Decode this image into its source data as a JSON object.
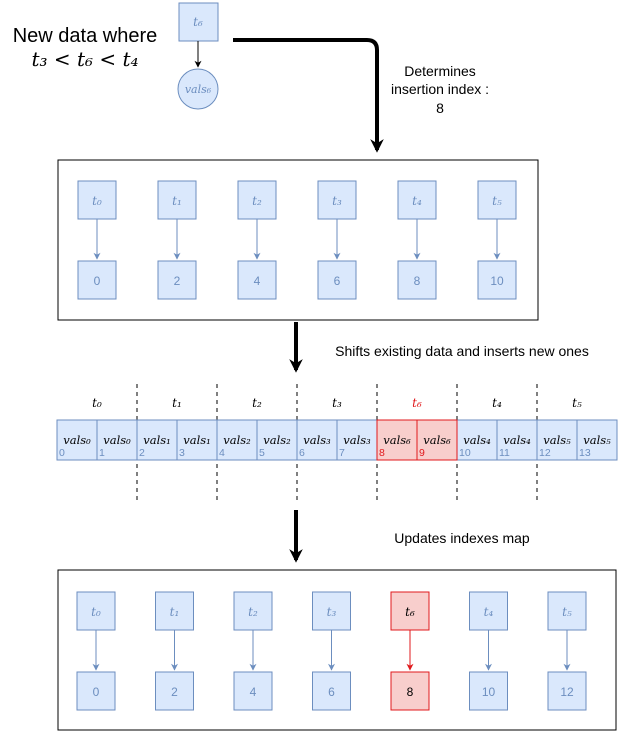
{
  "header": {
    "title": "New data where",
    "condition": "t₃ < t₆ < t₄"
  },
  "new_node": {
    "key": "t₆",
    "value": "vals₆"
  },
  "step_labels": {
    "determine_line1": "Determines",
    "determine_line2": "insertion index :",
    "determine_index": "8",
    "shift": "Shifts existing data and inserts new ones",
    "update": "Updates indexes map"
  },
  "map_before": {
    "keys": [
      "t₀",
      "t₁",
      "t₂",
      "t₃",
      "t₄",
      "t₅"
    ],
    "values": [
      "0",
      "2",
      "4",
      "6",
      "8",
      "10"
    ]
  },
  "array": {
    "group_keys": [
      "t₀",
      "t₁",
      "t₂",
      "t₃",
      "t₆",
      "t₄",
      "t₅"
    ],
    "highlighted_group": 4,
    "cells": [
      {
        "label": "vals₀",
        "index": "0"
      },
      {
        "label": "vals₀",
        "index": "1"
      },
      {
        "label": "vals₁",
        "index": "2"
      },
      {
        "label": "vals₁",
        "index": "3"
      },
      {
        "label": "vals₂",
        "index": "4"
      },
      {
        "label": "vals₂",
        "index": "5"
      },
      {
        "label": "vals₃",
        "index": "6"
      },
      {
        "label": "vals₃",
        "index": "7"
      },
      {
        "label": "vals₆",
        "index": "8"
      },
      {
        "label": "vals₆",
        "index": "9"
      },
      {
        "label": "vals₄",
        "index": "10"
      },
      {
        "label": "vals₄",
        "index": "11"
      },
      {
        "label": "vals₅",
        "index": "12"
      },
      {
        "label": "vals₅",
        "index": "13"
      }
    ]
  },
  "map_after": {
    "keys": [
      "t₀",
      "t₁",
      "t₂",
      "t₃",
      "t₆",
      "t₄",
      "t₅"
    ],
    "values": [
      "0",
      "2",
      "4",
      "6",
      "8",
      "10",
      "12"
    ],
    "highlighted": 4
  },
  "colors": {
    "node_fill": "#dae8fc",
    "node_stroke": "#6c8ebf",
    "node_text": "#6c8ebf",
    "highlight_fill": "#f8cecc",
    "highlight_stroke": "#e0191c",
    "highlight_text": "#e0191c",
    "ink": "#000000"
  }
}
